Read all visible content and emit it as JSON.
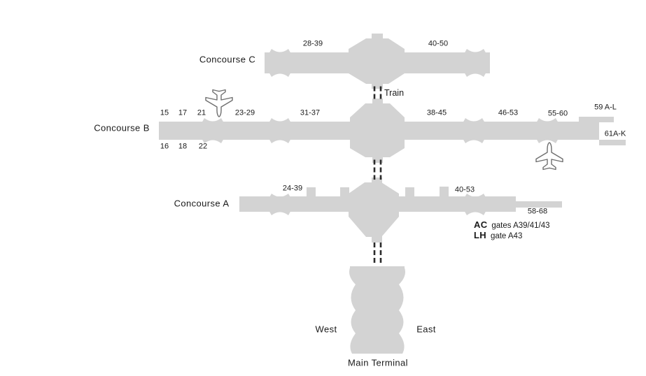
{
  "colors": {
    "building_fill": "#d3d3d3",
    "text": "#1a1a1a",
    "plane_outline": "#6e6e6e",
    "train_dash": "#2b2b2b",
    "background": "#ffffff"
  },
  "map": {
    "train": {
      "label": "Train"
    },
    "concourse_c": {
      "label": "Concourse C",
      "gates_left": "28-39",
      "gates_right": "40-50"
    },
    "concourse_b": {
      "label": "Concourse B",
      "gates_top": [
        "15",
        "17",
        "21",
        "23-29",
        "31-37",
        "38-45",
        "46-53",
        "55-60"
      ],
      "gates_bottom": [
        "16",
        "18",
        "22"
      ],
      "pier_top": "59 A-L",
      "pier_bottom": "61A-K"
    },
    "concourse_a": {
      "label": "Concourse A",
      "gates_left": "24-39",
      "gates_right": "40-53",
      "gates_extension": "58-68",
      "airlines": [
        {
          "code": "AC",
          "gates": "gates A39/41/43"
        },
        {
          "code": "LH",
          "gates": "gate A43"
        }
      ]
    },
    "main_terminal": {
      "label": "Main Terminal",
      "west_label": "West",
      "east_label": "East"
    }
  }
}
